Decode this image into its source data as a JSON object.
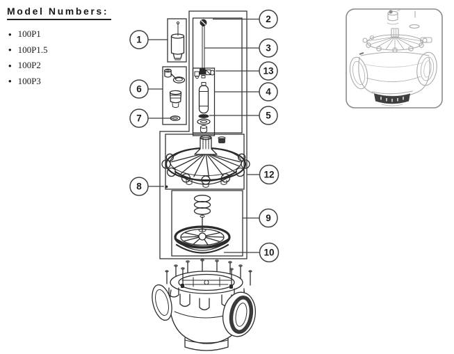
{
  "colors": {
    "ink": "#2b2b2b",
    "ring": "#3f3f3f",
    "ghost": "#a9a9a9",
    "band": "#3f3f3f",
    "frame": "#8a8a8a",
    "text": "#1a1a1a",
    "bg": "#ffffff"
  },
  "model_numbers": {
    "heading": "Model Numbers:",
    "items": [
      "100P1",
      "100P1.5",
      "100P2",
      "100P3"
    ]
  },
  "diagram": {
    "callouts": [
      {
        "label": "1"
      },
      {
        "label": "2"
      },
      {
        "label": "3"
      },
      {
        "label": "13"
      },
      {
        "label": "4"
      },
      {
        "label": "5"
      },
      {
        "label": "6"
      },
      {
        "label": "7"
      },
      {
        "label": "8"
      },
      {
        "label": "12"
      },
      {
        "label": "9"
      },
      {
        "label": "10"
      }
    ]
  }
}
